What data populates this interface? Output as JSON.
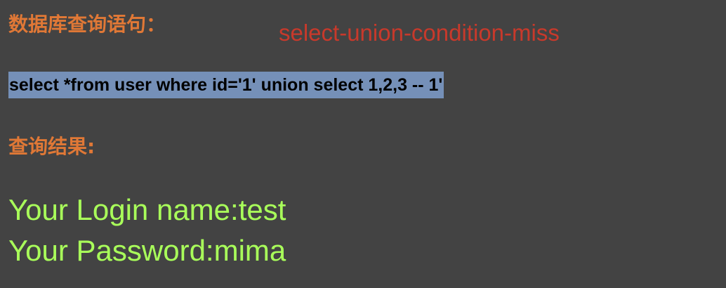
{
  "query_section": {
    "heading": "数据库查询语句：",
    "challenge_title": "select-union-condition-miss",
    "sql": "select *from user where id='1' union select 1,2,3 -- 1'"
  },
  "result_section": {
    "heading": "查询结果:",
    "login_line": "Your Login name:test",
    "password_line": "Your Password:mima"
  },
  "colors": {
    "background": "#434343",
    "heading": "#e07836",
    "challenge_title": "#c8392b",
    "sql_highlight": "#7590b8",
    "result_text": "#a9ff5a"
  }
}
